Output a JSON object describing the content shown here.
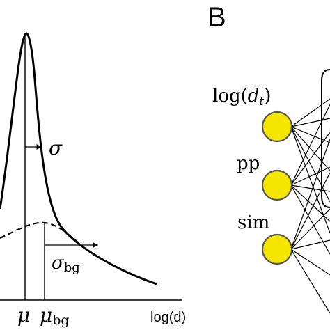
{
  "panel_b": {
    "label": "B",
    "node_colors": {
      "fill": "#f5e600",
      "stroke": "#555555"
    },
    "inputs": [
      {
        "label_main": "log(",
        "label_var": "d",
        "label_sub": "t",
        "label_close": ")"
      },
      {
        "label_main": "pp"
      },
      {
        "label_main": "sim"
      }
    ]
  },
  "panel_a": {
    "axis_label": "log(d)",
    "sigma_label": "σ",
    "sigma_bg_label_main": "σ",
    "sigma_bg_label_sub": "bg",
    "mu_label": "μ",
    "mu_bg_label_main": "μ",
    "mu_bg_label_sub": "bg",
    "curve_styles": [
      "solid",
      "dashed"
    ]
  }
}
